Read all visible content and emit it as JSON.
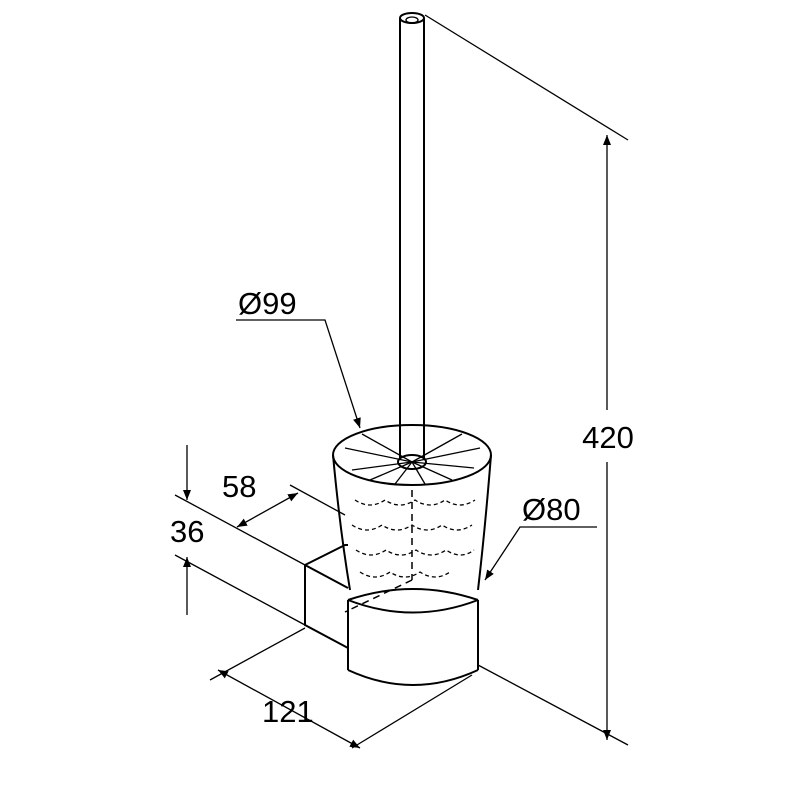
{
  "dimensions": {
    "brush_head_diameter": "Ø99",
    "depth": "58",
    "bracket_height": "36",
    "holder_diameter": "Ø80",
    "total_height": "420",
    "wall_projection": "121"
  }
}
